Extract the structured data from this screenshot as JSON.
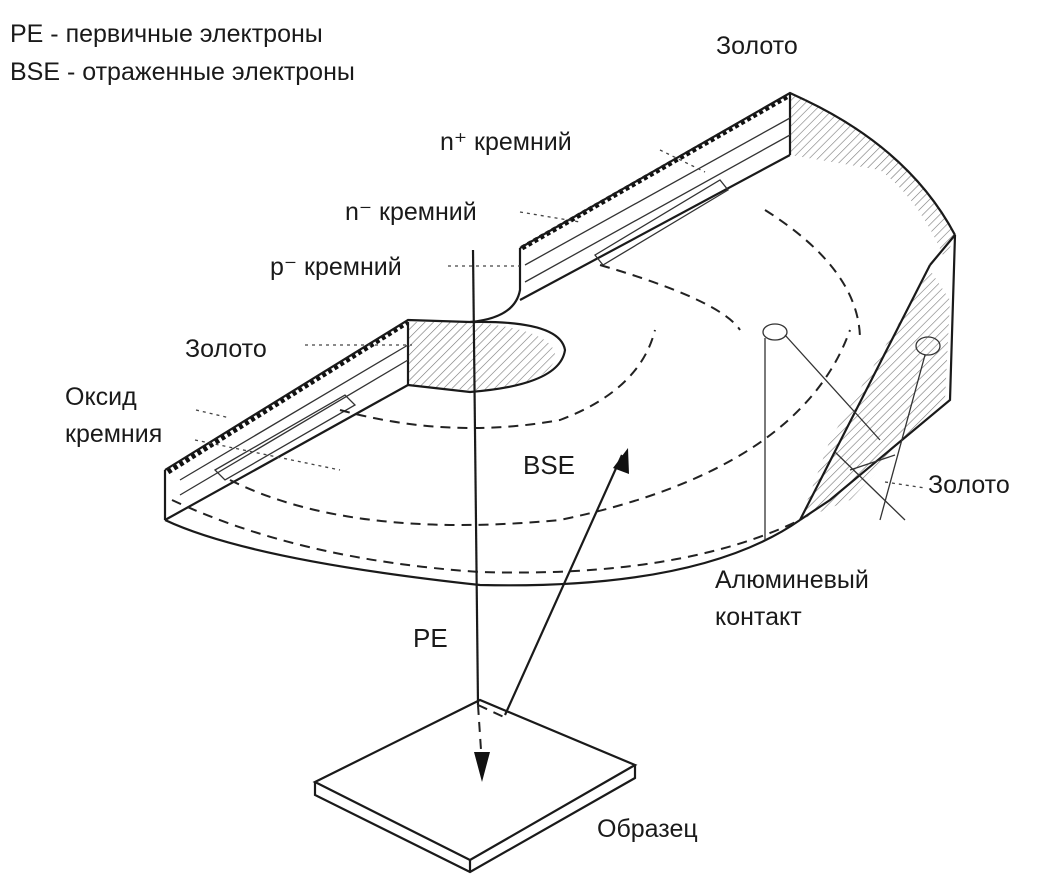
{
  "legend": {
    "pe_line": "PE - первичные электроны",
    "bse_line": "BSE - отраженные электроны"
  },
  "labels": {
    "gold_top": "Золото",
    "n_plus_si": "n⁺ кремний",
    "n_minus_si": "n⁻ кремний",
    "p_minus_si": "p⁻ кремний",
    "gold_left": "Золото",
    "oxide_line1": "Оксид",
    "oxide_line2": "кремния",
    "bse": "BSE",
    "gold_right": "Золото",
    "al_line1": "Алюминевый",
    "al_line2": "контакт",
    "pe": "PE",
    "sample": "Образец"
  }
}
